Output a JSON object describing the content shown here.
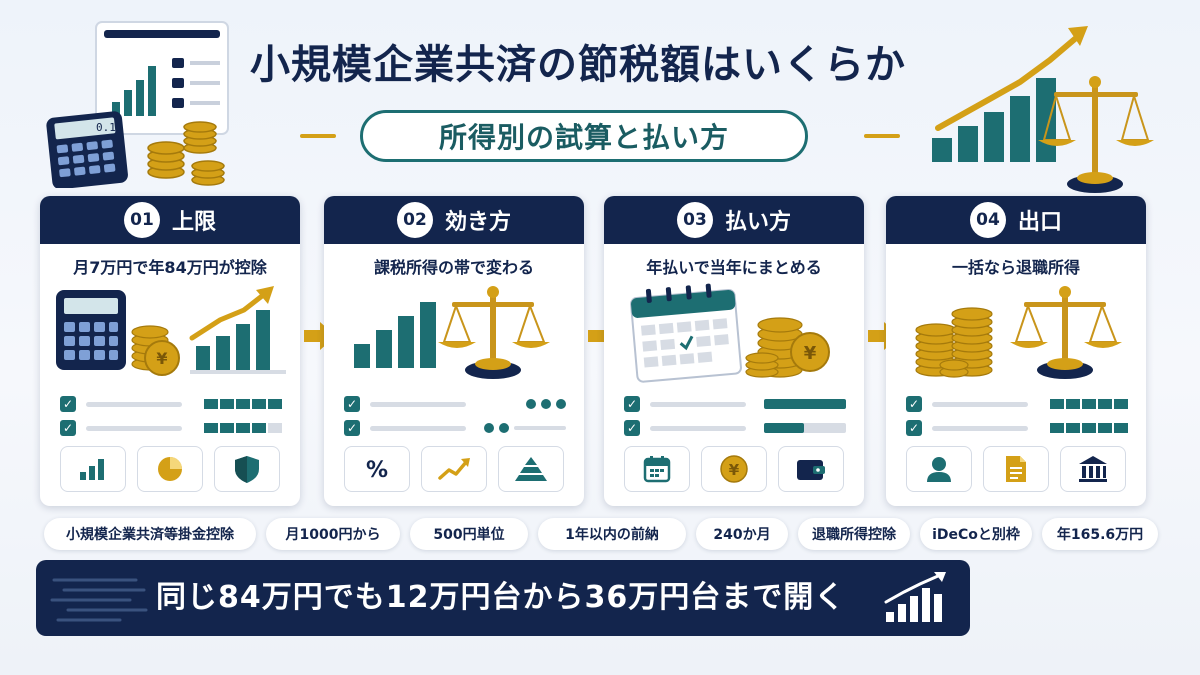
{
  "title": "小規模企業共済の節税額はいくらか",
  "subtitle": "所得別の試算と払い方",
  "steps": [
    {
      "num": "01",
      "title": "上限",
      "desc": "月7万円で年84万円が控除"
    },
    {
      "num": "02",
      "title": "効き方",
      "desc": "課税所得の帯で変わる"
    },
    {
      "num": "03",
      "title": "払い方",
      "desc": "年払いで当年にまとめる"
    },
    {
      "num": "04",
      "title": "出口",
      "desc": "一括なら退職所得"
    }
  ],
  "calculator_display": "0.11",
  "tags": [
    "小規模企業共済等掛金控除",
    "月1000円から",
    "500円単位",
    "1年以内の前納",
    "240か月",
    "退職所得控除",
    "iDeCoと別枠",
    "年165.6万円"
  ],
  "banner": "同じ84万円でも12万円台から36万円台まで開く",
  "colors": {
    "navy": "#13254d",
    "teal": "#1d6e72",
    "gold": "#d4a017"
  }
}
